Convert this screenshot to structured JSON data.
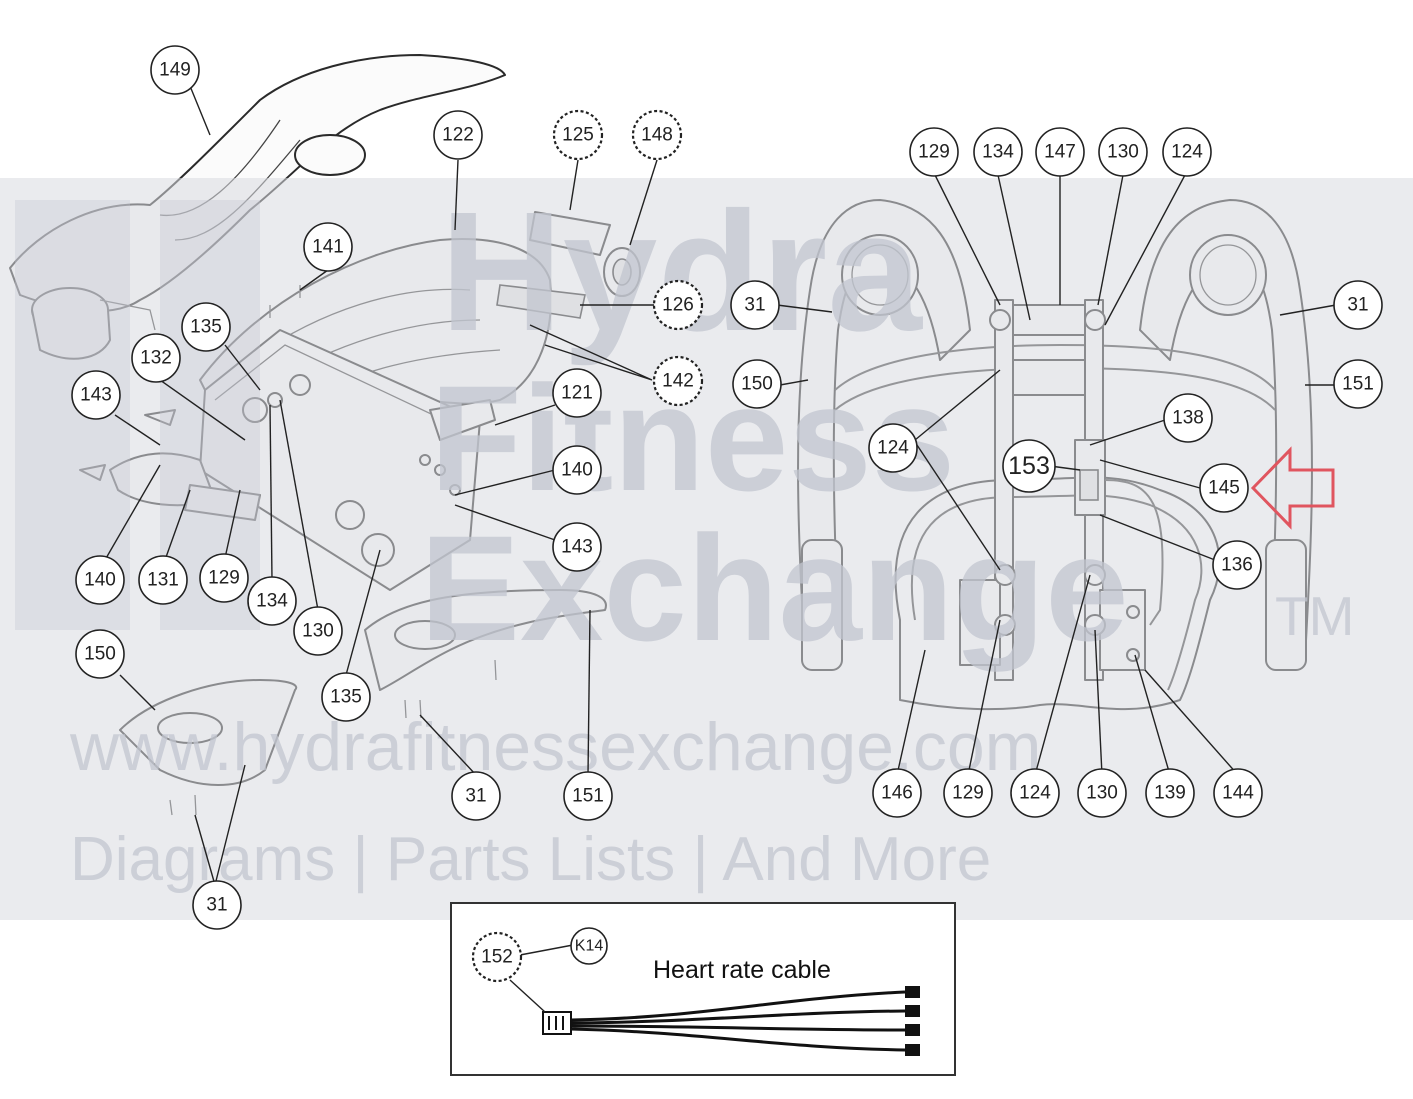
{
  "watermark": {
    "brand_line1": "Hydra",
    "brand_line2": "Fitness",
    "brand_line3": "Exchange",
    "trademark": "TM",
    "website": "www.hydrafitnessexchange.com",
    "tagline": "Diagrams | Parts Lists | And More"
  },
  "inset": {
    "title": "Heart rate cable",
    "callouts": [
      "152",
      "K14"
    ]
  },
  "left_assembly_callouts": [
    "149",
    "122",
    "125",
    "148",
    "141",
    "126",
    "142",
    "135",
    "132",
    "143",
    "121",
    "140",
    "143",
    "140",
    "131",
    "129",
    "134",
    "130",
    "150",
    "135",
    "31",
    "151",
    "31"
  ],
  "right_assembly_callouts": [
    "129",
    "134",
    "147",
    "130",
    "124",
    "31",
    "31",
    "150",
    "151",
    "124",
    "138",
    "153",
    "145",
    "136",
    "146",
    "129",
    "124",
    "130",
    "139",
    "144"
  ],
  "highlight": {
    "color": "#e0555f",
    "target": "145"
  },
  "colors": {
    "line": "#222222",
    "watermark": "#c2c6d0",
    "band": "#d9dbe0"
  }
}
